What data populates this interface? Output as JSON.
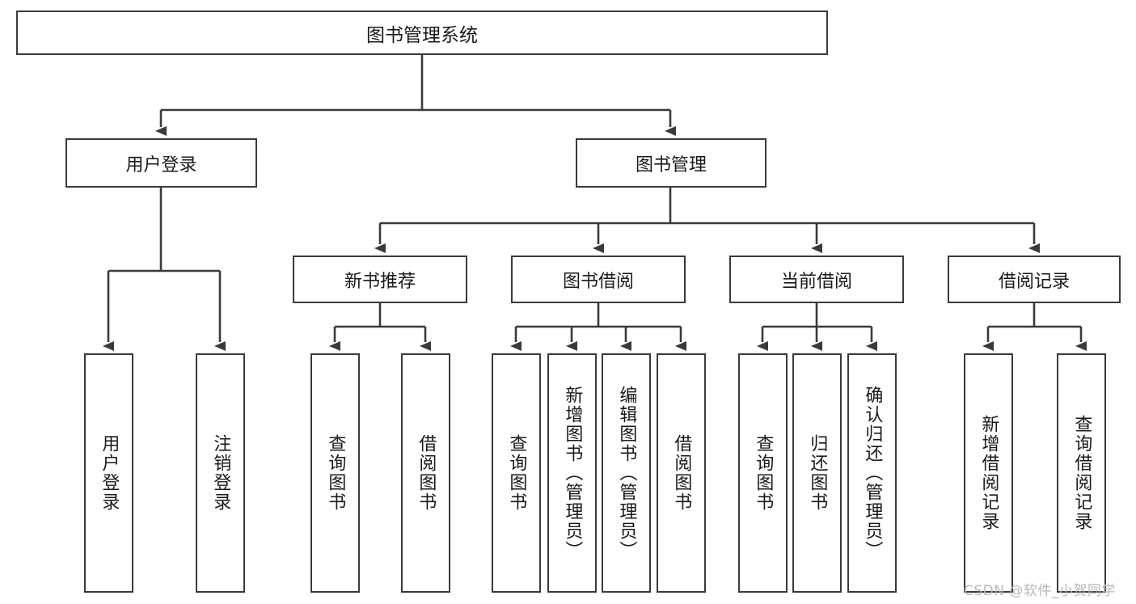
{
  "diagram": {
    "title": "图书管理系统",
    "root": {
      "label": "图书管理系统"
    },
    "level2": [
      {
        "label": "用户登录"
      },
      {
        "label": "图书管理"
      }
    ],
    "level3": [
      {
        "label": "新书推荐"
      },
      {
        "label": "图书借阅"
      },
      {
        "label": "当前借阅"
      },
      {
        "label": "借阅记录"
      }
    ],
    "leaves": {
      "user_login": [
        {
          "label": "用户登录"
        },
        {
          "label": "注销登录"
        }
      ],
      "new_book": [
        {
          "label": "查询图书"
        },
        {
          "label": "借阅图书"
        }
      ],
      "book_borrow": [
        {
          "label": "查询图书"
        },
        {
          "label": "新增图书（管理员）"
        },
        {
          "label": "编辑图书（管理员）"
        },
        {
          "label": "借阅图书"
        }
      ],
      "current_borrow": [
        {
          "label": "查询图书"
        },
        {
          "label": "归还图书"
        },
        {
          "label": "确认归还（管理员）"
        }
      ],
      "borrow_record": [
        {
          "label": "新增借阅记录"
        },
        {
          "label": "查询借阅记录"
        }
      ]
    }
  },
  "watermark": {
    "text": "CSDN @软件_小贺同学"
  },
  "colors": {
    "line": "#3a3a3a",
    "text": "#1a1a1a",
    "background": "#ffffff",
    "watermark": "#b8b8b8"
  }
}
